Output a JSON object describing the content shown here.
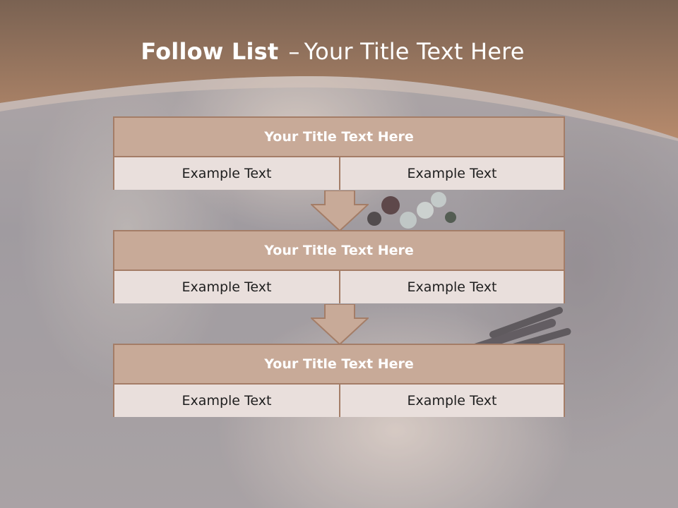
{
  "slide": {
    "title_bold": "Follow List",
    "title_dash": "–",
    "title_rest": "Your Title Text Here"
  },
  "steps": [
    {
      "title": "Your Title Text Here",
      "left": "Example Text",
      "right": "Example Text"
    },
    {
      "title": "Your Title Text Here",
      "left": "Example Text",
      "right": "Example Text"
    },
    {
      "title": "Your Title Text Here",
      "left": "Example Text",
      "right": "Example Text"
    }
  ],
  "colors": {
    "header_band": "#a68066",
    "block_head": "#c8aa98",
    "block_cell": "#e9dfdc",
    "border": "#a47d67"
  }
}
